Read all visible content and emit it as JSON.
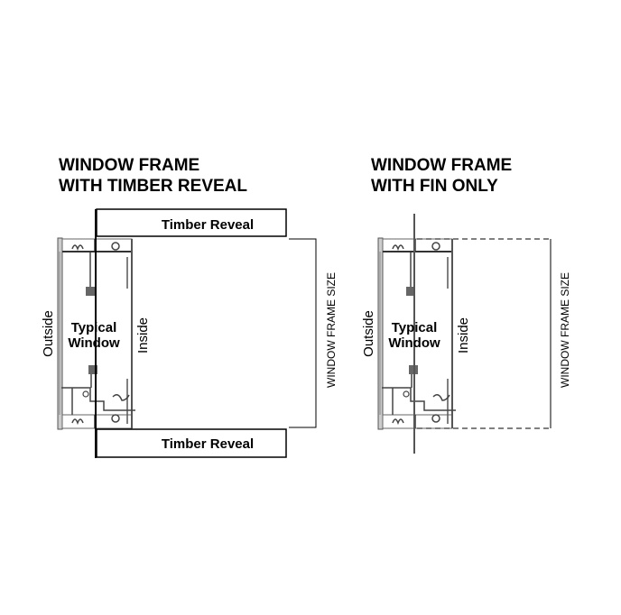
{
  "left": {
    "title_line1": "WINDOW FRAME",
    "title_line2": "WITH TIMBER REVEAL",
    "top_reveal": "Timber Reveal",
    "bottom_reveal": "Timber Reveal",
    "outside": "Outside",
    "inside": "Inside",
    "window_line1": "Typical",
    "window_line2": "Window",
    "dimension": "WINDOW FRAME SIZE"
  },
  "right": {
    "title_line1": "WINDOW FRAME",
    "title_line2": "WITH FIN ONLY",
    "outside": "Outside",
    "inside": "Inside",
    "window_line1": "Typical",
    "window_line2": "Window",
    "dimension": "WINDOW FRAME SIZE"
  }
}
